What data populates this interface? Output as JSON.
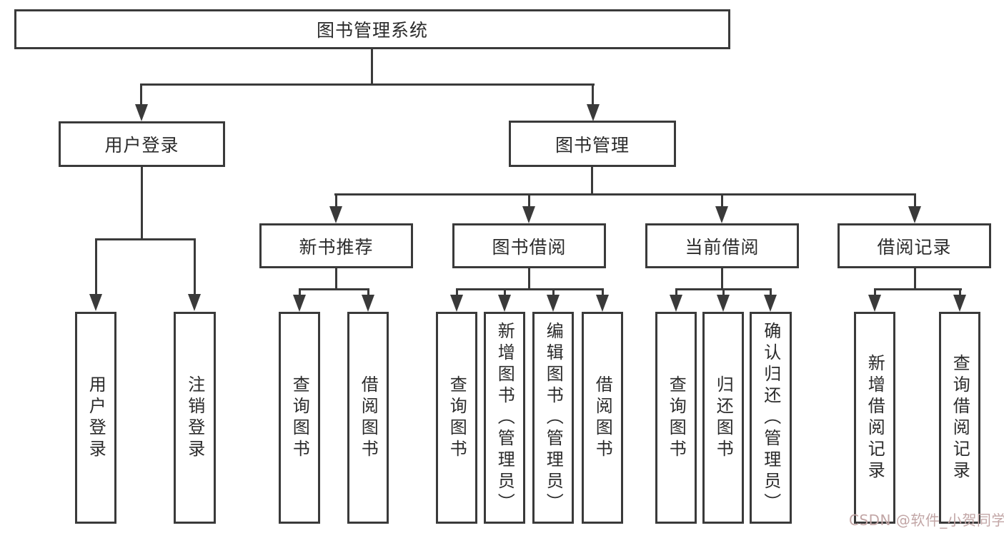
{
  "colors": {
    "line": "#3a3a3a",
    "text": "#2b2b2b",
    "background": "#ffffff",
    "watermark": "#c2a6a6"
  },
  "watermark": {
    "text": "CSDN @软件_小贺同学"
  },
  "tree": {
    "label": "图书管理系统",
    "children": [
      {
        "label": "用户登录",
        "children": [
          {
            "label": "用户登录"
          },
          {
            "label": "注销登录"
          }
        ]
      },
      {
        "label": "图书管理",
        "children": [
          {
            "label": "新书推荐",
            "children": [
              {
                "label": "查询图书"
              },
              {
                "label": "借阅图书"
              }
            ]
          },
          {
            "label": "图书借阅",
            "children": [
              {
                "label": "查询图书"
              },
              {
                "label": "新增图书（管理员）"
              },
              {
                "label": "编辑图书（管理员）"
              },
              {
                "label": "借阅图书"
              }
            ]
          },
          {
            "label": "当前借阅",
            "children": [
              {
                "label": "查询图书"
              },
              {
                "label": "归还图书"
              },
              {
                "label": "确认归还（管理员）"
              }
            ]
          },
          {
            "label": "借阅记录",
            "children": [
              {
                "label": "新增借阅记录"
              },
              {
                "label": "查询借阅记录"
              }
            ]
          }
        ]
      }
    ]
  }
}
